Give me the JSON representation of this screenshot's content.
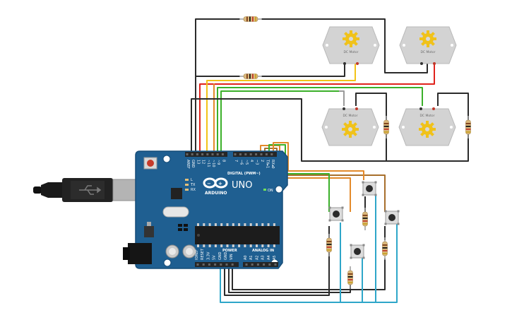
{
  "board": {
    "brand": "ARDUINO",
    "model": "UNO",
    "digital_label": "DIGITAL (PWM~)",
    "power_label": "POWER",
    "analog_label": "ANALOG IN",
    "on_label": "ON",
    "led_l": "L",
    "led_tx": "TX",
    "led_rx": "RX",
    "digital_pins": [
      "AREF",
      "GND",
      "13",
      "12",
      "~11",
      "~10",
      "~9",
      "8",
      "7",
      "~6",
      "~5",
      "4",
      "~3",
      "2",
      "TX▸1",
      "RX◂0"
    ],
    "power_pins": [
      "IOREF",
      "RESET",
      "3.3V",
      "5V",
      "GND",
      "GND",
      "VIN"
    ],
    "analog_pins": [
      "A0",
      "A1",
      "A2",
      "A3",
      "A4",
      "A5"
    ]
  },
  "motors": [
    {
      "label": "DC Motor"
    },
    {
      "label": "DC Motor"
    },
    {
      "label": "DC Motor"
    },
    {
      "label": "DC Motor"
    }
  ],
  "wire_colors": {
    "black": "#2b2b2b",
    "red": "#e0221c",
    "yellow": "#f2c318",
    "green": "#3bb02a",
    "orange": "#e38a2a",
    "brown": "#a86f2c",
    "cyan": "#2ea6c9",
    "gray": "#9a9a9a"
  },
  "colors": {
    "board_blue": "#1f5f91",
    "board_blue_dark": "#174d78",
    "motor_body": "#d3d3d3",
    "gear": "#f0c21a",
    "header": "#262626",
    "reset_button": "#c63a2a"
  }
}
